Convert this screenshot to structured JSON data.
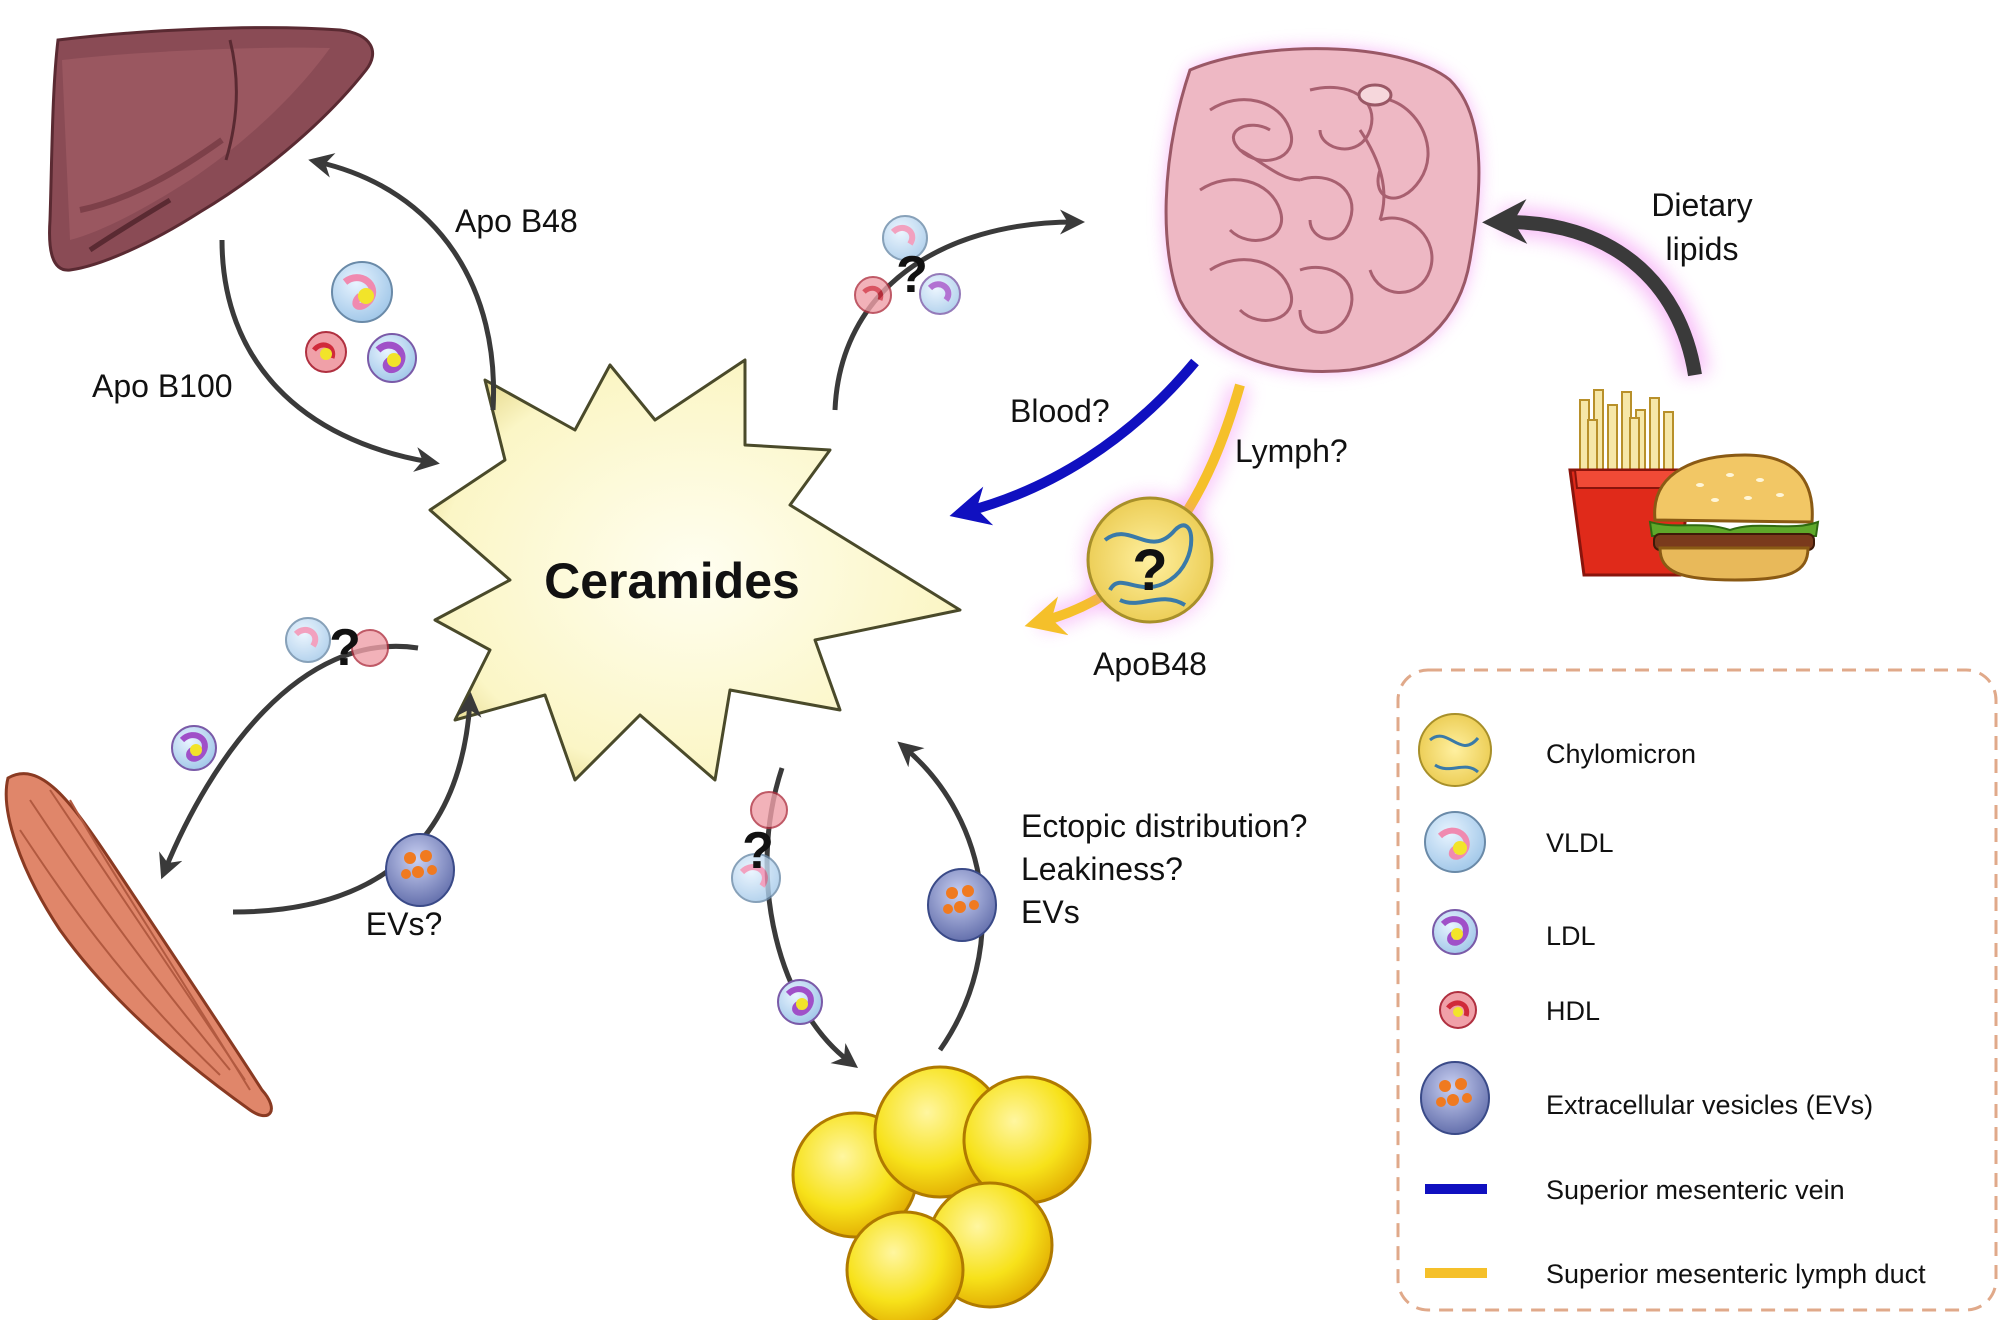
{
  "center": {
    "label": "Ceramides"
  },
  "labels": {
    "apo_b48": "Apo B48",
    "apo_b100": "Apo B100",
    "dietary_line1": "Dietary",
    "dietary_line2": "lipids",
    "blood": "Blood?",
    "lymph": "Lymph?",
    "apob48_chylo": "ApoB48",
    "evs_muscle": "EVs?",
    "ectopic_line1": "Ectopic distribution?",
    "ectopic_line2": "Leakiness?",
    "ectopic_line3": "EVs",
    "question": "?"
  },
  "legend": {
    "items": [
      {
        "label": "Chylomicron"
      },
      {
        "label": "VLDL"
      },
      {
        "label": "LDL"
      },
      {
        "label": "HDL"
      },
      {
        "label": "Extracellular vesicles (EVs)"
      },
      {
        "label": "Superior mesenteric vein"
      },
      {
        "label": "Superior mesenteric lymph duct"
      }
    ]
  },
  "colors": {
    "vein": "#1010c0",
    "lymph": "#f5c02a",
    "arrow": "#3a3a3a",
    "legend_border": "#e0a98a",
    "burst_fill": "#fdfbd8"
  }
}
